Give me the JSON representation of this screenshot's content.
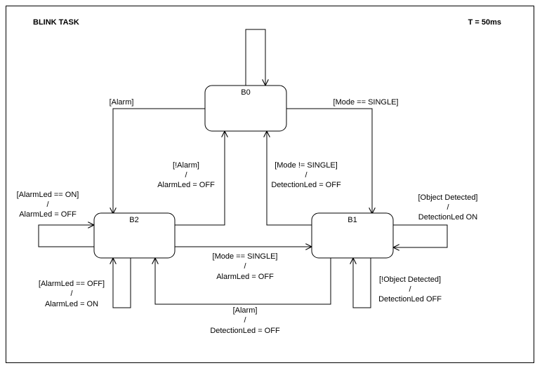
{
  "diagram": {
    "title": "BLINK TASK",
    "period": "T = 50ms",
    "states": {
      "b0": "B0",
      "b1": "B1",
      "b2": "B2"
    },
    "transitions": {
      "b0_self": "",
      "b0_to_b2": {
        "guard": "[Alarm]",
        "action": ""
      },
      "b0_to_b1": {
        "guard": "[Mode == SINGLE]",
        "action": ""
      },
      "b2_to_b0": {
        "guard": "[!Alarm]",
        "sep": "/",
        "action": "AlarmLed = OFF"
      },
      "b1_to_b0": {
        "guard": "[Mode != SINGLE]",
        "sep": "/",
        "action": "DetectionLed = OFF"
      },
      "b2_self_left": {
        "guard": "[AlarmLed == ON]",
        "sep": "/",
        "action": "AlarmLed = OFF"
      },
      "b2_self_bottom": {
        "guard": "[AlarmLed == OFF]",
        "sep": "/",
        "action": "AlarmLed = ON"
      },
      "b2_to_b1": {
        "guard": "[Mode == SINGLE]",
        "sep": "/",
        "action": "AlarmLed = OFF"
      },
      "b1_to_b2": {
        "guard": "[Alarm]",
        "sep": "/",
        "action": "DetectionLed = OFF"
      },
      "b1_self_right": {
        "guard": "[Object Detected]",
        "sep": "/",
        "action": "DetectionLed ON"
      },
      "b1_self_bottom": {
        "guard": "[!Object Detected]",
        "sep": "/",
        "action": "DetectionLed OFF"
      }
    }
  }
}
